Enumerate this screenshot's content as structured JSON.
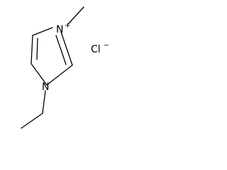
{
  "molecule": {
    "atoms": {
      "n3": {
        "symbol": "N",
        "charge": "+"
      },
      "n1": {
        "symbol": "N",
        "charge": ""
      }
    },
    "counterion": {
      "symbol": "Cl",
      "charge": "−"
    }
  }
}
